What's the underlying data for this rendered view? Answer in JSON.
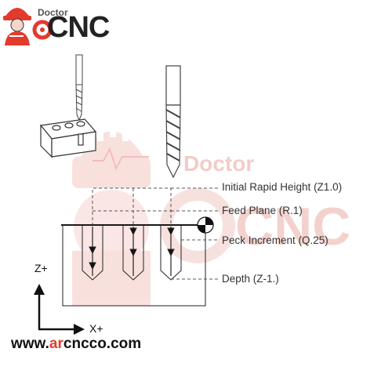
{
  "logo": {
    "small_text": "Doctor",
    "big_text": "CNC",
    "brand_color": "#e23b2e"
  },
  "watermark": {
    "small_text": "Doctor",
    "big_text": "CNC"
  },
  "annotations": {
    "initial_rapid_height": "Initial Rapid Height (Z1.0)",
    "feed_plane": "Feed Plane (R.1)",
    "peck_increment": "Peck Increment (Q.25)",
    "depth": "Depth (Z-1.)"
  },
  "axes": {
    "z_label": "Z+",
    "x_label": "X+"
  },
  "website": {
    "prefix": "www.",
    "accent": "ar",
    "suffix": "cncco.com"
  },
  "colors": {
    "line": "#111111",
    "dashed": "#555555",
    "accent": "#e23b2e",
    "watermark": "#f3c9c3"
  },
  "icons": [
    "drill-bit-icon",
    "workpiece-block-icon",
    "datum-symbol-icon",
    "robot-mascot-icon",
    "gear-icon"
  ]
}
